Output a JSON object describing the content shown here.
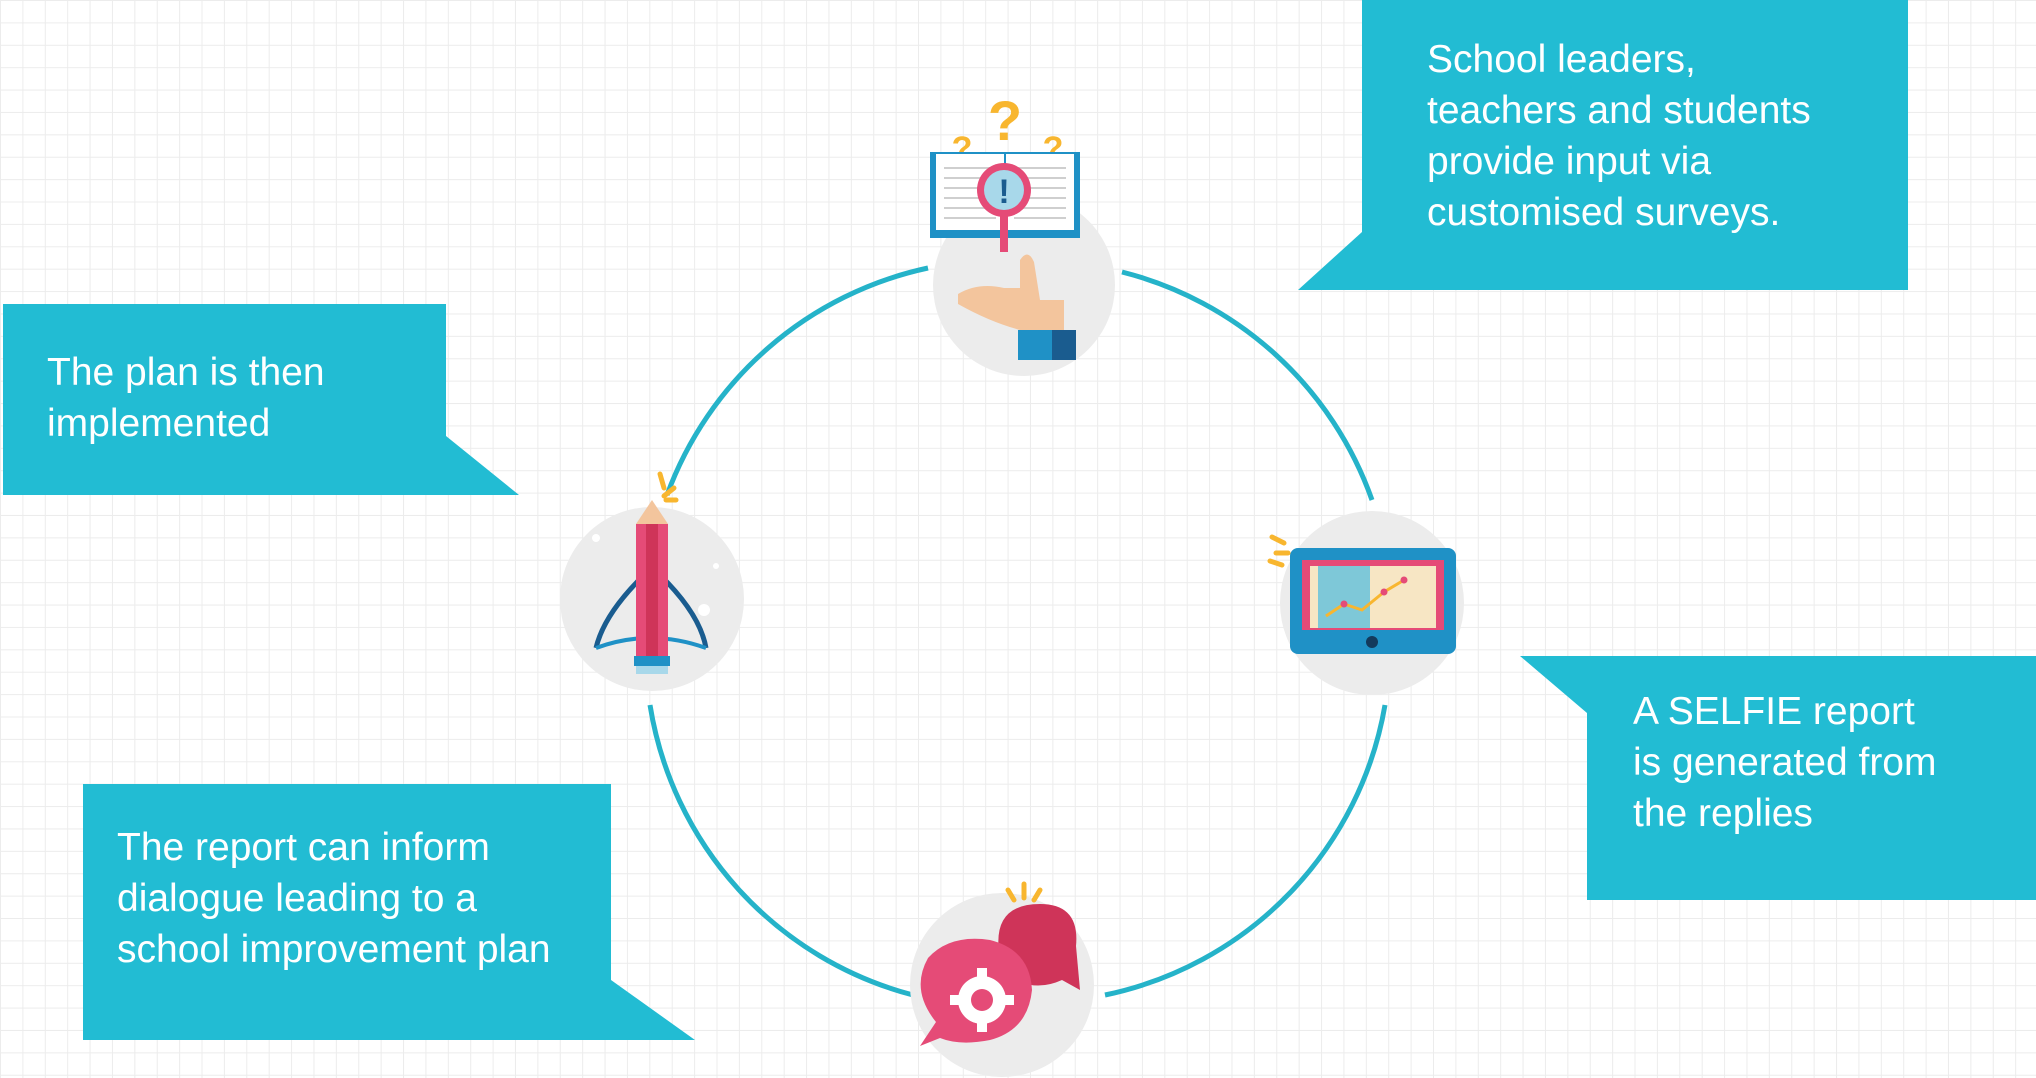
{
  "colors": {
    "callout": "#22bcd3",
    "ring": "#25b3c9",
    "icon_circle": "#ececec",
    "pink": "#e54b77",
    "crimson": "#cf3459",
    "blue": "#1f91c6",
    "navy": "#1a5c8f",
    "yellow": "#f8b62f",
    "skin": "#f3c59d"
  },
  "icons": [
    "survey-book-icon",
    "laptop-report-icon",
    "speech-bubble-gear-icon",
    "pencil-compass-icon"
  ],
  "cycle": {
    "steps": [
      {
        "id": "survey",
        "text": "School leaders,\nteachers and students\nprovide input via\ncustomised surveys."
      },
      {
        "id": "report",
        "text": "A SELFIE  report\nis generated from\nthe replies"
      },
      {
        "id": "dialogue",
        "text": "The report can inform\ndialogue leading to a\nschool improvement plan"
      },
      {
        "id": "implement",
        "text": "The plan is then\nimplemented"
      }
    ]
  }
}
